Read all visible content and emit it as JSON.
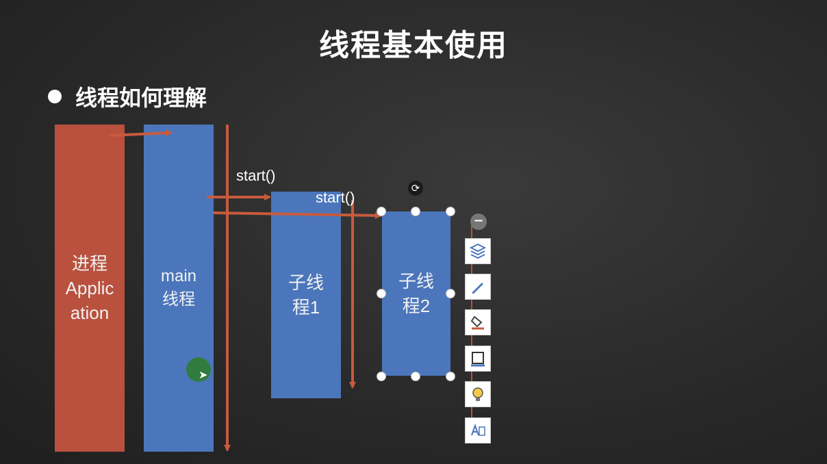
{
  "slide": {
    "title": "线程基本使用",
    "bullet": "线程如何理解"
  },
  "diagram": {
    "process_line1": "进程",
    "process_line2": "Applic",
    "process_line3": "ation",
    "main_line1": "main",
    "main_line2": "线程",
    "sub1_line1": "子线",
    "sub1_line2": "程1",
    "sub2_line1": "子线",
    "sub2_line2": "程2",
    "start_label_1": "start()",
    "start_label_2": "start()"
  },
  "toolbar": {
    "buttons": [
      "layers-icon",
      "pen-icon",
      "fill-icon",
      "outline-icon",
      "lightbulb-icon",
      "alt-text-icon"
    ]
  },
  "colors": {
    "background": "#2a2a2a",
    "process_box": "#b9513e",
    "thread_box": "#4b76bb",
    "arrow": "#c85a3e",
    "text": "#ffffff"
  }
}
